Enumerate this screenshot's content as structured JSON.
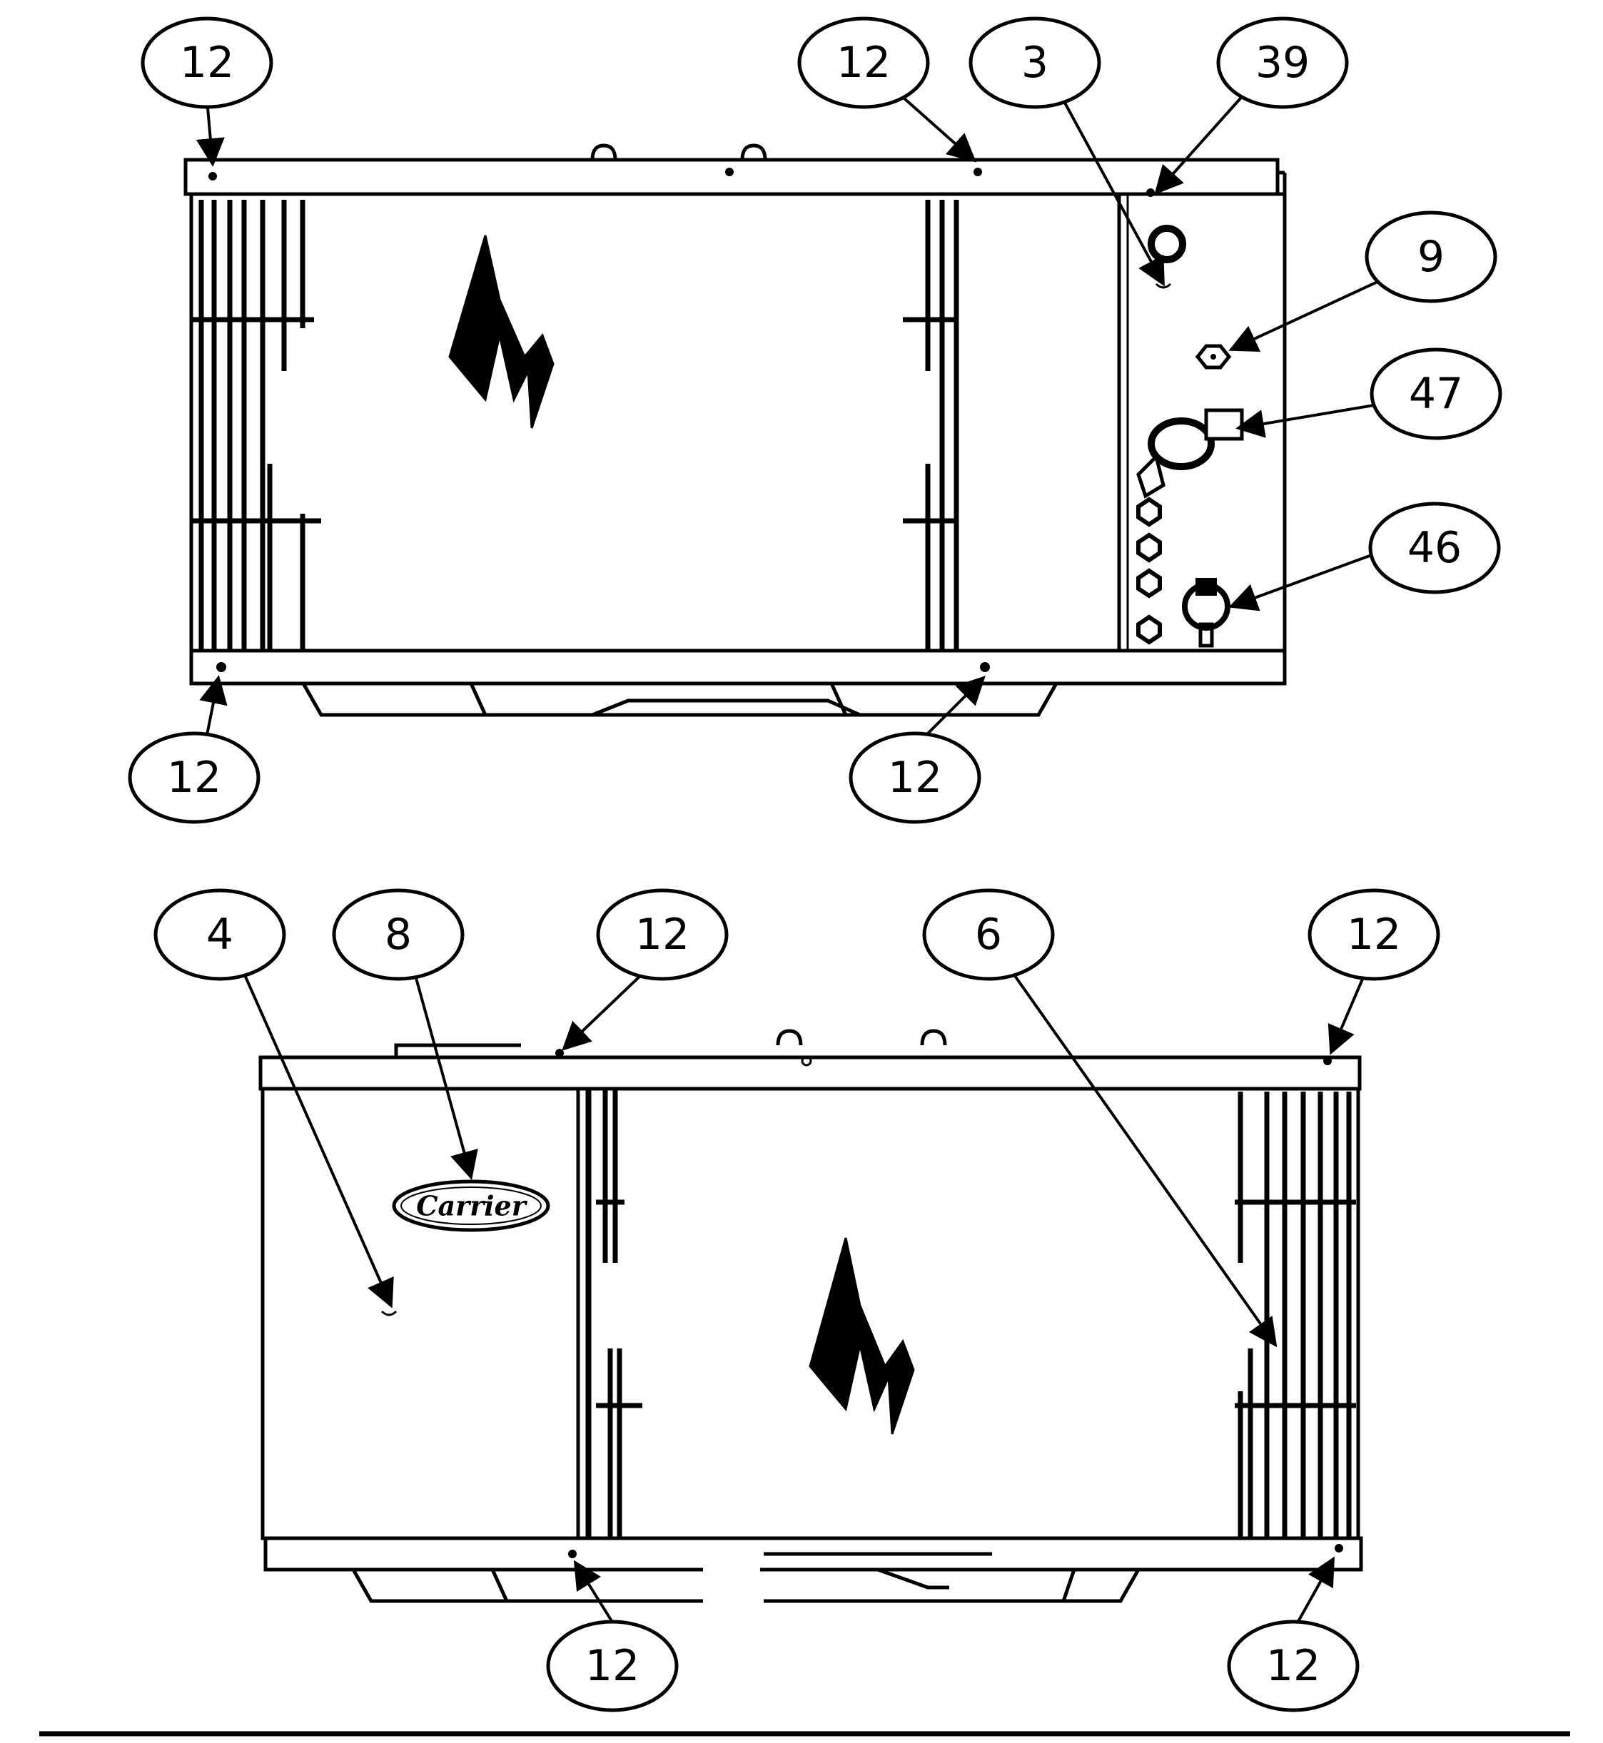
{
  "figure": {
    "colors": {
      "ink": "#000000",
      "paper": "#ffffff"
    },
    "upper_view": {
      "callouts": [
        {
          "id": "top-left-12",
          "label": "12"
        },
        {
          "id": "top-mid-12",
          "label": "12"
        },
        {
          "id": "part-3",
          "label": "3"
        },
        {
          "id": "part-39",
          "label": "39"
        },
        {
          "id": "part-9",
          "label": "9"
        },
        {
          "id": "part-47",
          "label": "47"
        },
        {
          "id": "part-46",
          "label": "46"
        },
        {
          "id": "bottom-left-12",
          "label": "12"
        },
        {
          "id": "bottom-mid-12",
          "label": "12"
        }
      ]
    },
    "lower_view": {
      "logo_text": "Carrier",
      "callouts": [
        {
          "id": "part-4",
          "label": "4"
        },
        {
          "id": "part-8",
          "label": "8"
        },
        {
          "id": "top-mid-12",
          "label": "12"
        },
        {
          "id": "part-6",
          "label": "6"
        },
        {
          "id": "top-right-12",
          "label": "12"
        },
        {
          "id": "bottom-mid-12",
          "label": "12"
        },
        {
          "id": "bottom-right-12",
          "label": "12"
        }
      ]
    }
  }
}
